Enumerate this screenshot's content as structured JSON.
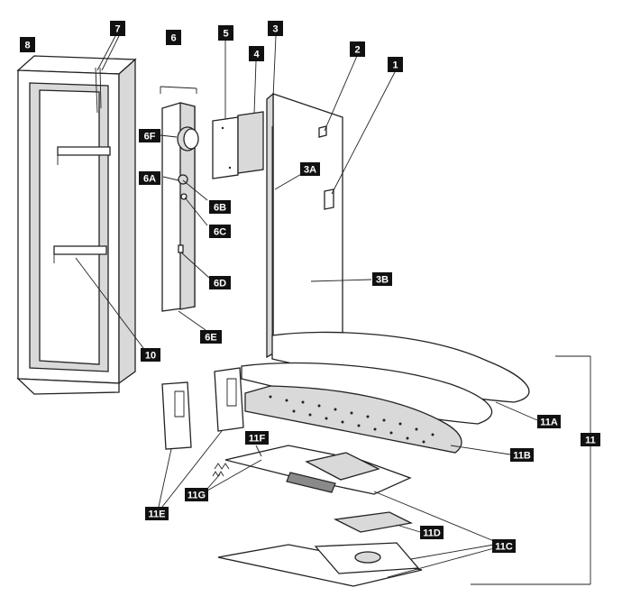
{
  "callouts": {
    "c1": "1",
    "c2": "2",
    "c3": "3",
    "c3a": "3A",
    "c3b": "3B",
    "c4": "4",
    "c5": "5",
    "c6": "6",
    "c6a": "6A",
    "c6b": "6B",
    "c6c": "6C",
    "c6d": "6D",
    "c6e": "6E",
    "c6f": "6F",
    "c7": "7",
    "c8": "8",
    "c10": "10",
    "c11": "11",
    "c11a": "11A",
    "c11b": "11B",
    "c11c": "11C",
    "c11d": "11D",
    "c11e": "11E",
    "c11f": "11F",
    "c11g": "11G"
  },
  "colors": {
    "label_bg": "#111111",
    "label_text": "#ffffff",
    "line": "#222222"
  }
}
